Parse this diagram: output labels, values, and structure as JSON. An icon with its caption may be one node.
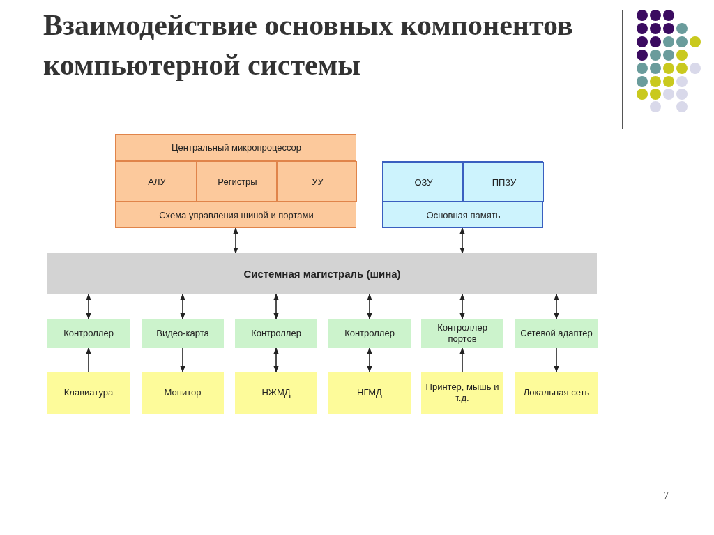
{
  "diagram": {
    "title": "Взаимодействие основных компонентов компьютерной системы",
    "nodes": [
      {
        "text": [
          "Центральный микропроцессор",
          "Схема управления шиной и портами"
        ]
      },
      {
        "text": [
          "АЛУ"
        ],
        "in": 0
      },
      {
        "text": [
          "Регистры"
        ],
        "in": 0
      },
      {
        "text": [
          "УУ"
        ],
        "in": 0
      },
      {
        "text": [
          "Основная память"
        ]
      },
      {
        "text": [
          "ОЗУ"
        ],
        "in": 4
      },
      {
        "text": [
          "ППЗУ"
        ],
        "in": 4
      },
      {
        "text": [
          "Системная магистраль (шина)"
        ]
      },
      {
        "text": [
          "Контроллер"
        ]
      },
      {
        "text": [
          "Видео-карта"
        ]
      },
      {
        "text": [
          "Контроллер"
        ]
      },
      {
        "text": [
          "Контроллер"
        ]
      },
      {
        "text": [
          "Контроллер портов"
        ]
      },
      {
        "text": [
          "Сетевой адаптер"
        ]
      },
      {
        "text": [
          "Клавиатура"
        ]
      },
      {
        "text": [
          "Монитор"
        ]
      },
      {
        "text": [
          "НЖМД"
        ]
      },
      {
        "text": [
          "НГМД"
        ]
      },
      {
        "text": [
          "Принтер, мышь и т.д."
        ]
      },
      {
        "text": [
          "Локальная сеть"
        ]
      }
    ],
    "edges": [
      {
        "from": 0,
        "to": 7,
        "arrow": "both"
      },
      {
        "from": 4,
        "to": 7,
        "arrow": "both"
      },
      {
        "from": 7,
        "to": 8,
        "arrow": "both"
      },
      {
        "from": 7,
        "to": 9,
        "arrow": "both"
      },
      {
        "from": 7,
        "to": 10,
        "arrow": "both"
      },
      {
        "from": 7,
        "to": 11,
        "arrow": "both"
      },
      {
        "from": 7,
        "to": 12,
        "arrow": "both"
      },
      {
        "from": 7,
        "to": 13,
        "arrow": "both"
      },
      {
        "from": 14,
        "to": 8,
        "arrow": "to"
      },
      {
        "from": 9,
        "to": 15,
        "arrow": "to"
      },
      {
        "from": 10,
        "to": 16,
        "arrow": "both"
      },
      {
        "from": 11,
        "to": 17,
        "arrow": "both"
      },
      {
        "from": 18,
        "to": 12,
        "arrow": "to"
      },
      {
        "from": 13,
        "to": 19,
        "arrow": "to"
      }
    ],
    "labels": [
      "7"
    ]
  }
}
